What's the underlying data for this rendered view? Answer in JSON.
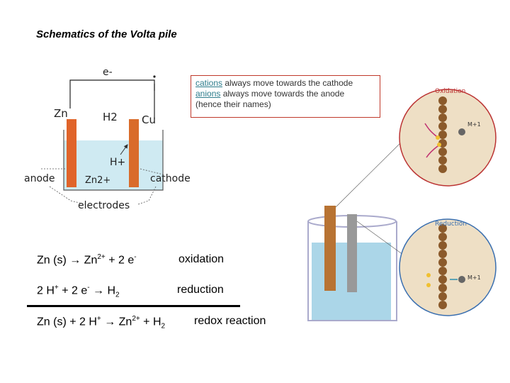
{
  "title": "Schematics of the Volta pile",
  "diagram": {
    "electron": "e-",
    "zn": "Zn",
    "h2": "H2",
    "cu": "Cu",
    "h_plus": "H+",
    "anode": "anode",
    "zn2plus": "Zn2+",
    "cathode": "cathode",
    "electrodes": "electrodes"
  },
  "note": {
    "word1": "cations",
    "rest1": " always move towards the cathode",
    "word2": "anions",
    "rest2": " always move towards the anode",
    "line3": "(hence their names)"
  },
  "equations": {
    "eq1": {
      "left": "Zn (s) → Zn",
      "sup1": "2+",
      "mid": "  + 2 e",
      "sup2": "-",
      "label": "oxidation"
    },
    "eq2": {
      "left": "2 H",
      "sup1": "+",
      "mid1": "  + 2 e",
      "sup2": "-",
      "mid2": " → H",
      "sub": "2",
      "label": "reduction"
    },
    "eq3": {
      "left": "Zn (s) + 2 H",
      "sup1": "+",
      "mid": " → Zn",
      "sup2": "2+",
      "mid2": " + H",
      "sub": "2",
      "label": "redox reaction"
    }
  },
  "figure": {
    "oxidation_label": "Oxidation",
    "reduction_label": "Reduction",
    "metal_ion_1": "M+1",
    "metal_ion_2": "M+1"
  }
}
